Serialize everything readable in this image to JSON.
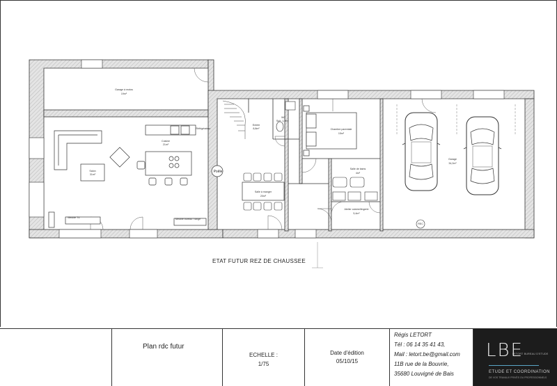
{
  "plan": {
    "heading": "ETAT FUTUR REZ DE CHAUSSEE",
    "rooms": {
      "garage_motos": "Garage à motos",
      "garage_motos_area": "19m²",
      "cuisine": "Cuisine",
      "cuisine_area": "21m²",
      "salon": "Salon",
      "salon_area": "31m²",
      "entree": "Entrée",
      "entree_area": "8,8m²",
      "wc": "WC",
      "wc_area": "1,9m²",
      "suit": "Suit",
      "chambre": "Chambre parentale",
      "chambre_area": "15m²",
      "sdb": "Salle de bains",
      "sdb_area": "4m²",
      "salle_manger": "Salle à manger",
      "salle_manger_area": "20m²",
      "atelier": "Atelier cuisine/lingerie",
      "atelier_area": "5,4m²",
      "garage": "Garage",
      "garage_area": "34,2m²"
    },
    "poele": "Poêle",
    "rec": "REC",
    "refrigerateur": "Réfrigérateur",
    "meuble_tv": "Meuble TV",
    "meuble_bureau": "Meuble bureau / range"
  },
  "title_block": {
    "title": "Plan rdc futur",
    "echelle_label": "ECHELLE :",
    "echelle_value": "1/75",
    "date_label": "Date d'édition",
    "date_value": "05/10/15",
    "name": "Régis LETORT",
    "tel": "Tél : 06 14 35 41 43,",
    "mail": "Mail : letort.be@gmail.com",
    "address1": "11B rue de la Bouvrie,",
    "address2": "35680 Louvigné de Bais",
    "logo": "LBE",
    "logo_tagline": "LETORT BUREAU D'ETUDE",
    "logo_sub1": "ETUDE ET COORDINATION",
    "logo_sub2": "DE VOS TRAVAUX PRIVÉS OU PROFESSIONNELS"
  },
  "colors": {
    "wall_fill": "#d9d9d9",
    "line": "#333333",
    "logo_bg": "#1c1c1c",
    "accent": "#5aa7c8"
  }
}
